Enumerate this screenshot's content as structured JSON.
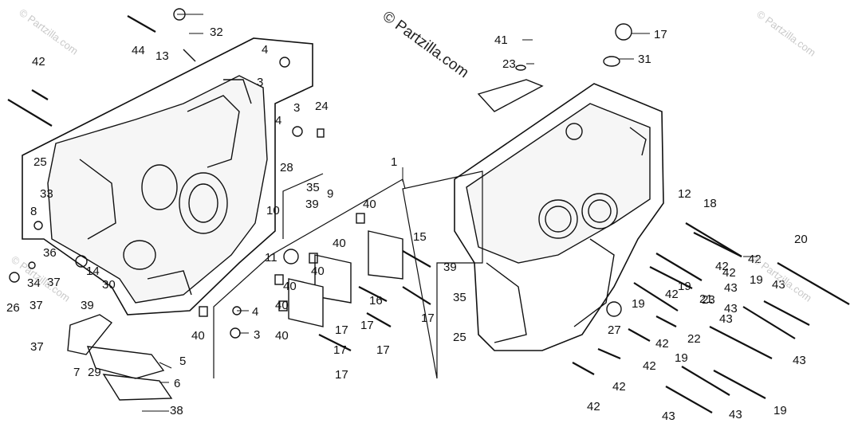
{
  "watermark": {
    "main": "© Partzilla.com",
    "faint": "© Partzilla.com"
  },
  "callouts": [
    "1",
    "3",
    "3",
    "3",
    "4",
    "4",
    "4",
    "5",
    "6",
    "7",
    "8",
    "9",
    "10",
    "11",
    "12",
    "13",
    "14",
    "15",
    "16",
    "17",
    "17",
    "17",
    "17",
    "17",
    "17",
    "17",
    "18",
    "19",
    "19",
    "19",
    "19",
    "19",
    "20",
    "21",
    "22",
    "23",
    "23",
    "24",
    "25",
    "25",
    "26",
    "27",
    "28",
    "29",
    "30",
    "31",
    "32",
    "33",
    "34",
    "35",
    "35",
    "36",
    "37",
    "37",
    "37",
    "38",
    "39",
    "39",
    "39",
    "40",
    "40",
    "40",
    "40",
    "40",
    "40",
    "40",
    "41",
    "42",
    "42",
    "42",
    "42",
    "42",
    "42",
    "42",
    "42",
    "42",
    "43",
    "43",
    "43",
    "43",
    "43",
    "43",
    "43",
    "44"
  ]
}
